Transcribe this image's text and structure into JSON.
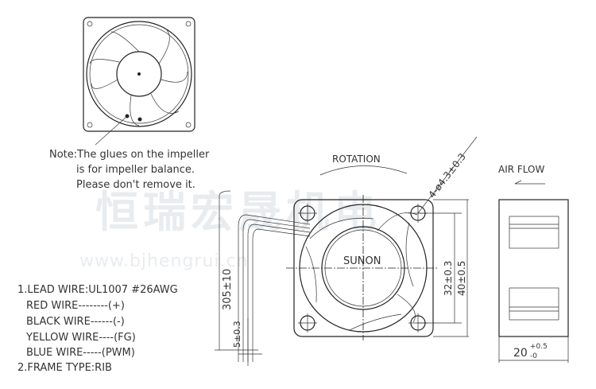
{
  "note": [
    "Note:The glues on the impeller",
    "is for impeller balance.",
    "Please don't remove it."
  ],
  "specs": [
    "1.LEAD WIRE:UL1007 #26AWG",
    "RED WIRE--------(+)",
    "BLACK WIRE------(-)",
    "YELLOW WIRE----(FG)",
    "BLUE WIRE-----(PWM)",
    "2.FRAME TYPE:RIB"
  ],
  "front": {
    "rotation": "ROTATION",
    "brand": "SUNON",
    "hole_dim": "4-ø4.3±0.3",
    "pitch_dim": "32±0.3",
    "size_dim": "40±0.5",
    "lead_dim": "305±10",
    "strip_dim": "5±0.3"
  },
  "side": {
    "airflow": "AIR FLOW",
    "depth": "20",
    "tol_plus": "+0.5",
    "tol_minus": "-0"
  },
  "watermark": {
    "chinese": "恒瑞宏晟机电",
    "url": "www.bjhengrui.cn"
  }
}
